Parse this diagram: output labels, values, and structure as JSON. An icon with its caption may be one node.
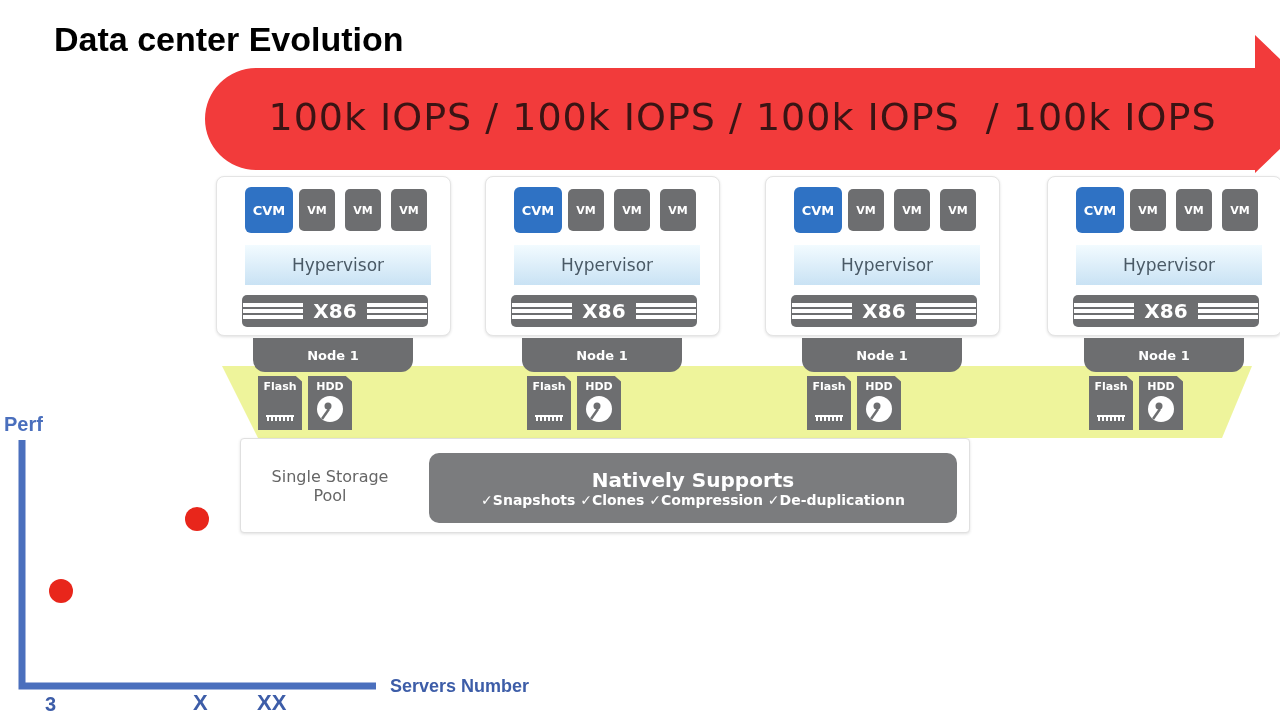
{
  "diagram": {
    "title": "Data center Evolution",
    "nodes": [
      {
        "text": [
          "100k IOPS / 100k IOPS / 100k IOPS  / 100k IOPS"
        ]
      },
      {
        "text": [],
        "shape": "box"
      },
      {
        "text": [
          "CVM"
        ],
        "in": 1
      },
      {
        "text": [
          "VM"
        ],
        "in": 1
      },
      {
        "text": [
          "VM"
        ],
        "in": 1
      },
      {
        "text": [
          "VM"
        ],
        "in": 1
      },
      {
        "text": [
          "Hypervisor"
        ],
        "in": 1
      },
      {
        "text": [
          "X86"
        ],
        "in": 1
      },
      {
        "text": [
          "Node 1"
        ]
      },
      {
        "text": [
          "Flash"
        ]
      },
      {
        "text": [
          "HDD"
        ]
      },
      {
        "text": [],
        "shape": "box"
      },
      {
        "text": [
          "CVM"
        ],
        "in": 11
      },
      {
        "text": [
          "VM"
        ],
        "in": 11
      },
      {
        "text": [
          "VM"
        ],
        "in": 11
      },
      {
        "text": [
          "VM"
        ],
        "in": 11
      },
      {
        "text": [
          "Hypervisor"
        ],
        "in": 11
      },
      {
        "text": [
          "X86"
        ],
        "in": 11
      },
      {
        "text": [
          "Node 1"
        ]
      },
      {
        "text": [
          "Flash"
        ]
      },
      {
        "text": [
          "HDD"
        ]
      },
      {
        "text": [],
        "shape": "box"
      },
      {
        "text": [
          "CVM"
        ],
        "in": 21
      },
      {
        "text": [
          "VM"
        ],
        "in": 21
      },
      {
        "text": [
          "VM"
        ],
        "in": 21
      },
      {
        "text": [
          "VM"
        ],
        "in": 21
      },
      {
        "text": [
          "Hypervisor"
        ],
        "in": 21
      },
      {
        "text": [
          "X86"
        ],
        "in": 21
      },
      {
        "text": [
          "Node 1"
        ]
      },
      {
        "text": [
          "Flash"
        ]
      },
      {
        "text": [
          "HDD"
        ]
      },
      {
        "text": [],
        "shape": "box"
      },
      {
        "text": [
          "CVM"
        ],
        "in": 31
      },
      {
        "text": [
          "VM"
        ],
        "in": 31
      },
      {
        "text": [
          "VM"
        ],
        "in": 31
      },
      {
        "text": [
          "VM"
        ],
        "in": 31
      },
      {
        "text": [
          "Hypervisor"
        ],
        "in": 31
      },
      {
        "text": [
          "X86"
        ],
        "in": 31
      },
      {
        "text": [
          "Node 1"
        ]
      },
      {
        "text": [
          "Flash"
        ]
      },
      {
        "text": [
          "HDD"
        ]
      },
      {
        "text": [
          "Single Storage Pool"
        ]
      },
      {
        "text": [
          "Natively Supports",
          "✓Snapshots ✓Clones ✓Compression ✓De-duplicationn"
        ],
        "in": 41
      }
    ],
    "labels": [
      "Perf",
      "Servers Number",
      "3",
      "X",
      "XX"
    ]
  }
}
